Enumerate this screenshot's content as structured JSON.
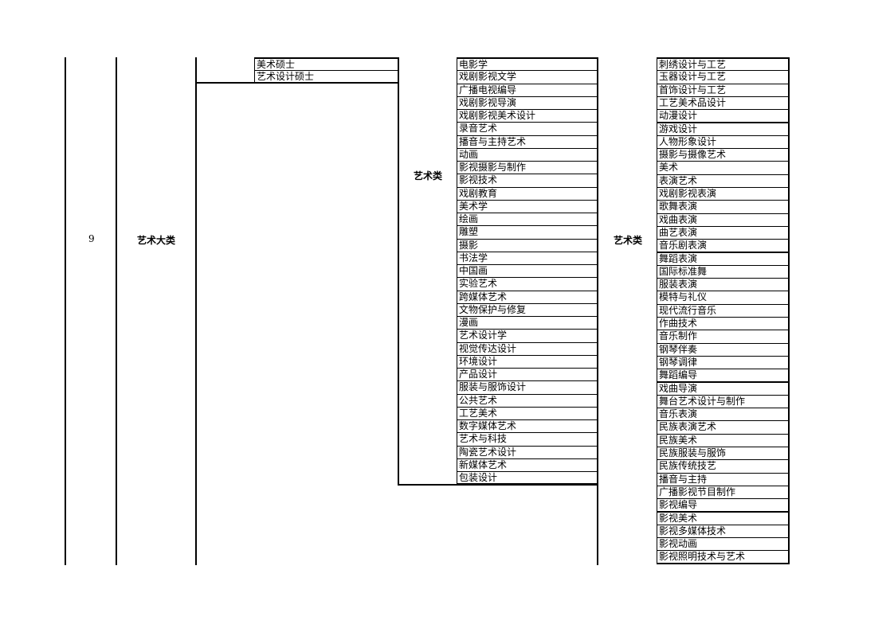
{
  "row_number": "9",
  "category_label": "艺术大类",
  "masters": [
    "美术硕士",
    "艺术设计硕士"
  ],
  "undergrad": {
    "label": "艺术类",
    "majors": [
      "电影学",
      "戏剧影视文学",
      "广播电视编导",
      "戏剧影视导演",
      "戏剧影视美术设计",
      "录音艺术",
      "播音与主持艺术",
      "动画",
      "影视摄影与制作",
      "影视技术",
      "戏剧教育",
      "美术学",
      "绘画",
      "雕塑",
      "摄影",
      "书法学",
      "中国画",
      "实验艺术",
      "跨媒体艺术",
      "文物保护与修复",
      "漫画",
      "艺术设计学",
      "视觉传达设计",
      "环境设计",
      "产品设计",
      "服装与服饰设计",
      "公共艺术",
      "工艺美术",
      "数字媒体艺术",
      "艺术与科技",
      "陶瓷艺术设计",
      "新媒体艺术",
      "包装设计"
    ]
  },
  "vocational": {
    "label": "艺术类",
    "majors": [
      "刺绣设计与工艺",
      "玉器设计与工艺",
      "首饰设计与工艺",
      "工艺美术品设计",
      "动漫设计",
      "游戏设计",
      "人物形象设计",
      "摄影与摄像艺术",
      "美术",
      "表演艺术",
      "戏剧影视表演",
      "歌舞表演",
      "戏曲表演",
      "曲艺表演",
      "音乐剧表演",
      "舞蹈表演",
      "国际标准舞",
      "服装表演",
      "模特与礼仪",
      "现代流行音乐",
      "作曲技术",
      "音乐制作",
      "钢琴伴奏",
      "钢琴调律",
      "舞蹈编导",
      "戏曲导演",
      "舞台艺术设计与制作",
      "音乐表演",
      "民族表演艺术",
      "民族美术",
      "民族服装与服饰",
      "民族传统技艺",
      "播音与主持",
      "广播影视节目制作",
      "影视编导",
      "影视美术",
      "影视多媒体技术",
      "影视动画",
      "影视照明技术与艺术"
    ]
  }
}
